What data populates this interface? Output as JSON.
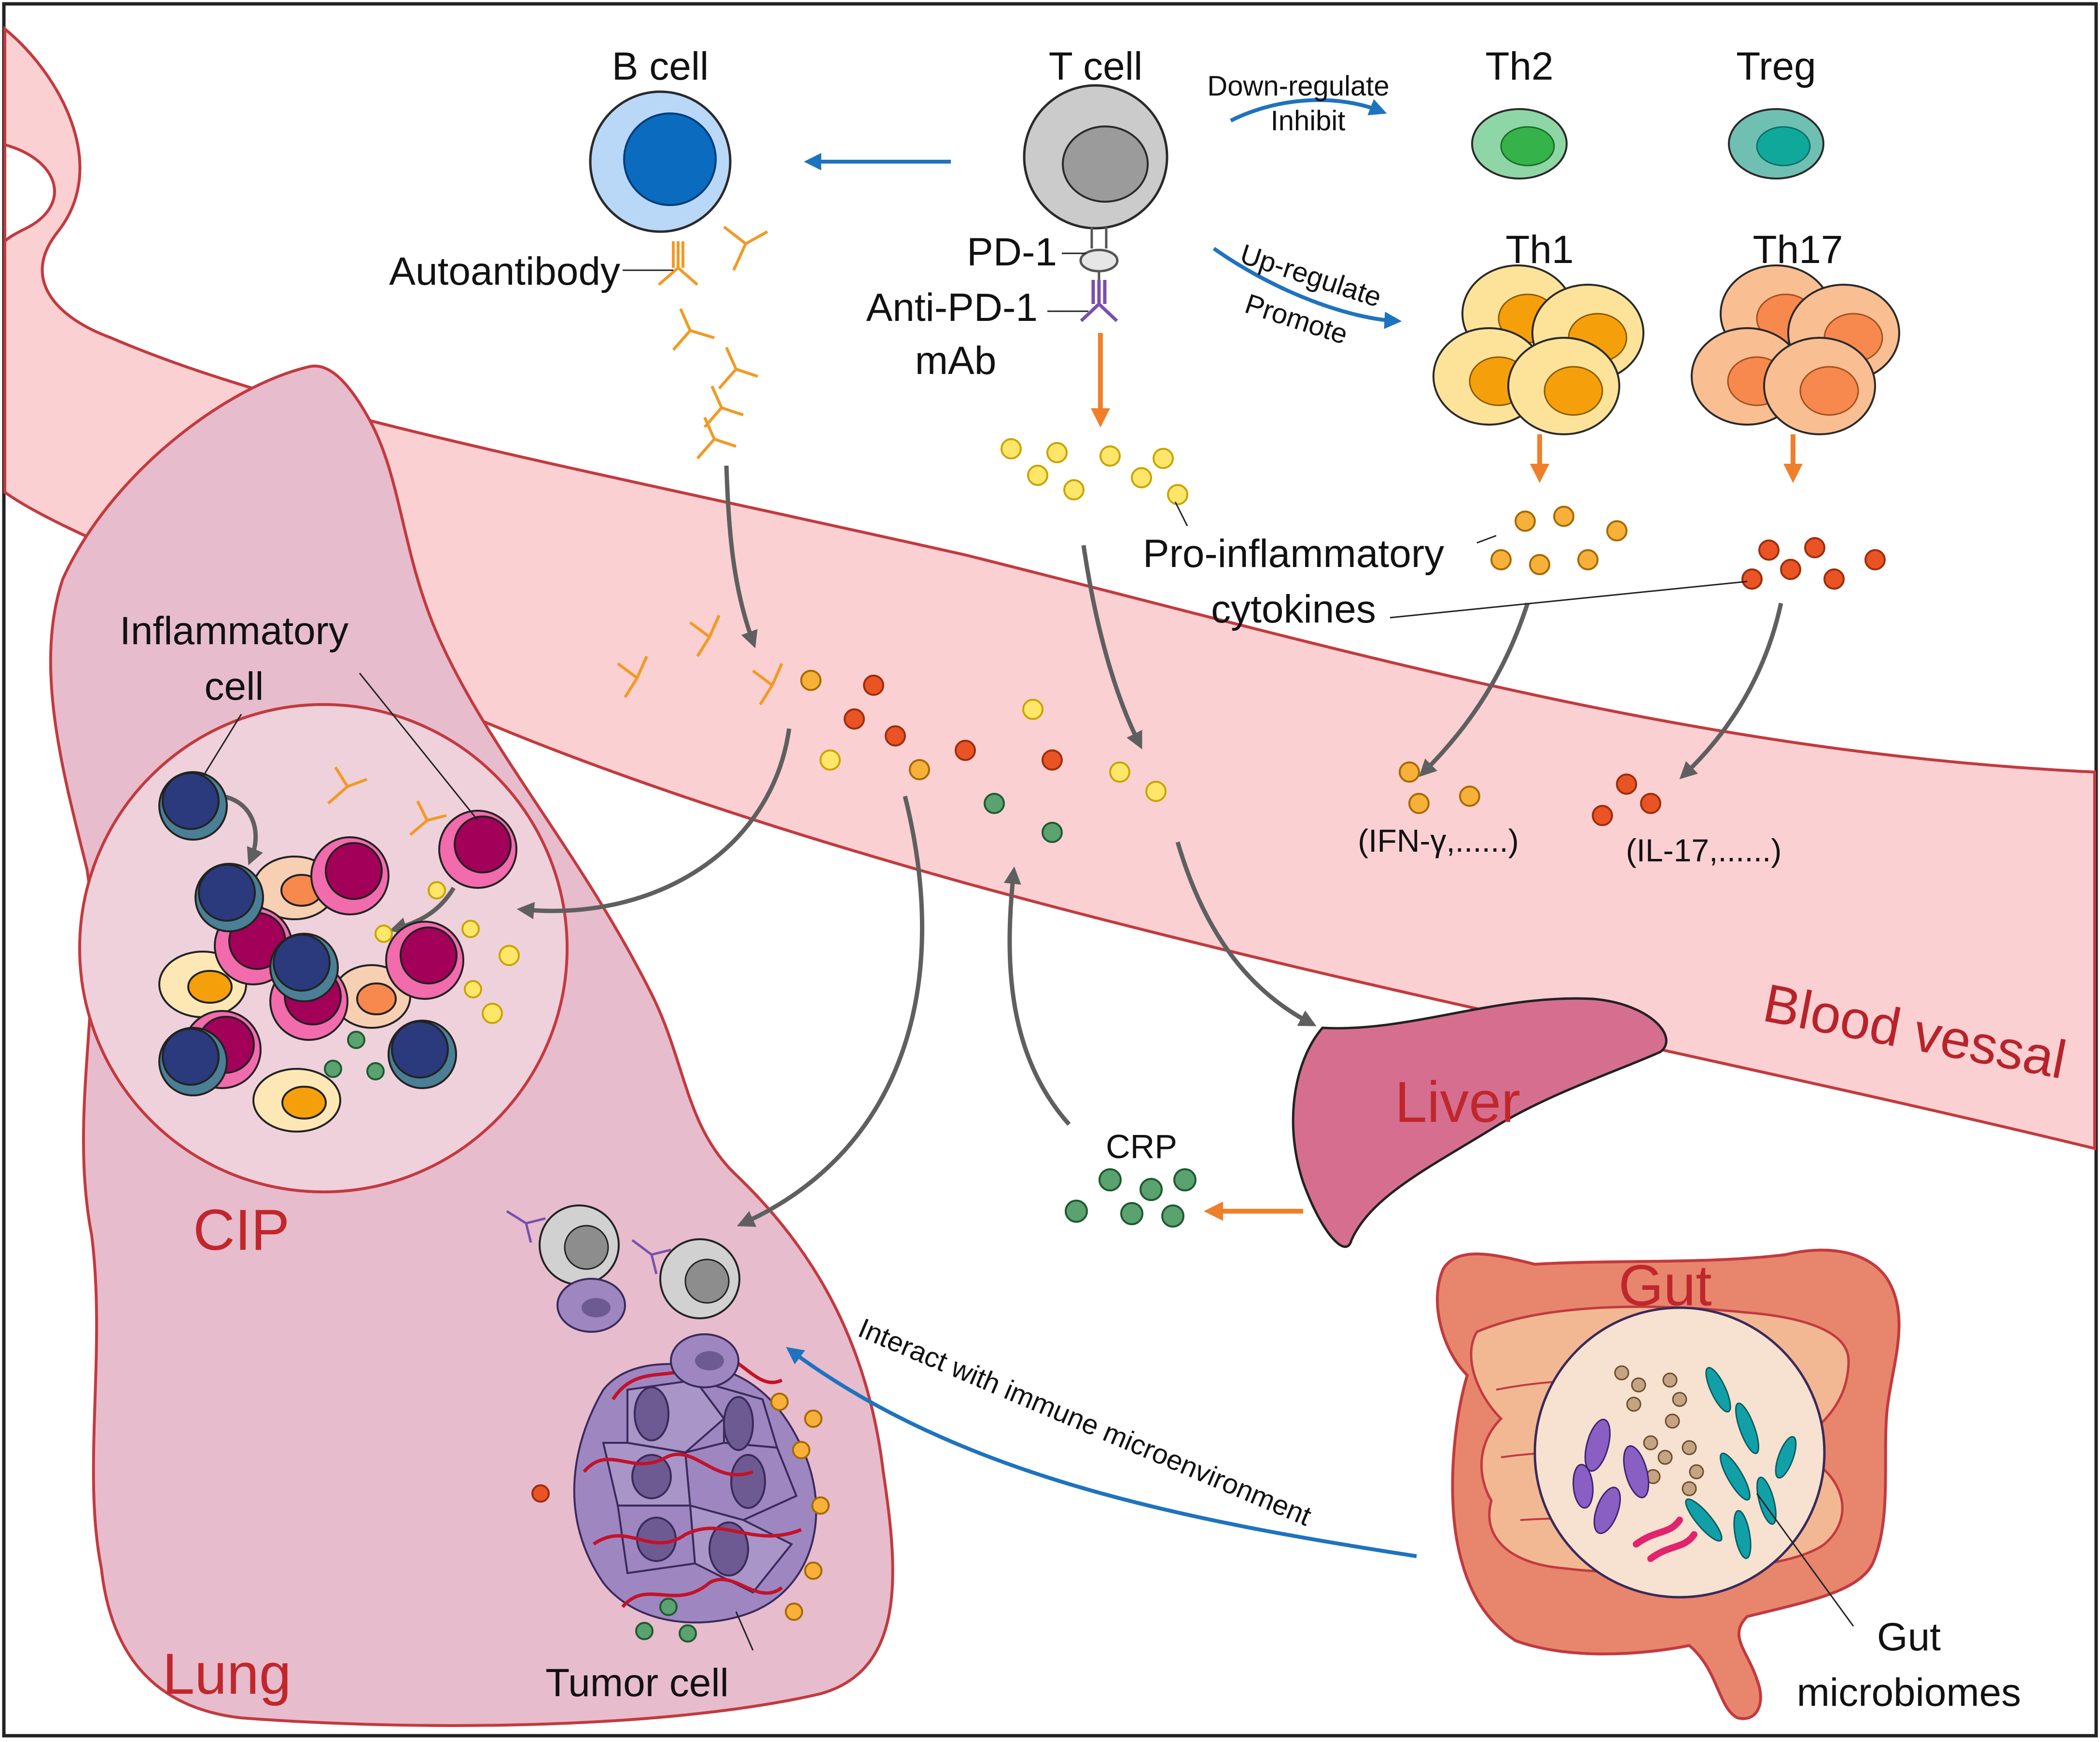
{
  "labels": {
    "b_cell": "B cell",
    "t_cell": "T cell",
    "th2": "Th2",
    "treg": "Treg",
    "th1": "Th1",
    "th17": "Th17",
    "pd1": "PD-1",
    "anti_pd1_line1": "Anti-PD-1",
    "anti_pd1_line2": "mAb",
    "autoantibody": "Autoantibody",
    "down_regulate": "Down-regulate",
    "inhibit": "Inhibit",
    "up_regulate": "Up-regulate",
    "promote": "Promote",
    "pro_inflammatory_line1": "Pro-inflammatory",
    "pro_inflammatory_line2": "cytokines",
    "ifn": "(IFN-γ,......)",
    "il17": "(IL-17,......)",
    "inflammatory_cell_line1": "Inflammatory",
    "inflammatory_cell_line2": "cell",
    "cip": "CIP",
    "lung": "Lung",
    "tumor_cell": "Tumor cell",
    "blood_vessel": "Blood vessal",
    "liver": "Liver",
    "crp": "CRP",
    "gut": "Gut",
    "gut_microbiomes_line1": "Gut",
    "gut_microbiomes_line2": "microbiomes",
    "interact": "Interact with immune microenvironment"
  },
  "colors": {
    "vessel_fill": "#fbd0d2",
    "vessel_stroke": "#c23a3f",
    "lung_fill": "#e7bccd",
    "b_cell_outer": "#b9d7f7",
    "b_cell_nucleus": "#0a6bbf",
    "t_cell_outer": "#cbcbcb",
    "th2_outer": "#8fd6a6",
    "th2_nucleus": "#35b24a",
    "treg_outer": "#6fc0b3",
    "treg_nucleus": "#10a89a",
    "th1_outer": "#fde39a",
    "th1_nucleus": "#f5a00b",
    "th17_outer": "#f9be91",
    "th17_nucleus": "#f7894e",
    "antibody": "#f19a25",
    "antibody_pd1": "#7a4fae",
    "cytokine_yellow": "#fde669",
    "cytokine_orange": "#f7b13a",
    "cytokine_red": "#ea5324",
    "crp_green": "#5aa26f",
    "liver_fill": "#d66f8f",
    "gut_fill": "#e7866c",
    "tumor_fill": "#9e86c1",
    "dark_cell": "#2b3a7c",
    "magenta_cell": "#a3005a",
    "gray_arrow": "#5f5f5f",
    "blue_arrow": "#1e73be",
    "orange_arrow": "#f07f2b",
    "red_text": "#c0272d"
  }
}
